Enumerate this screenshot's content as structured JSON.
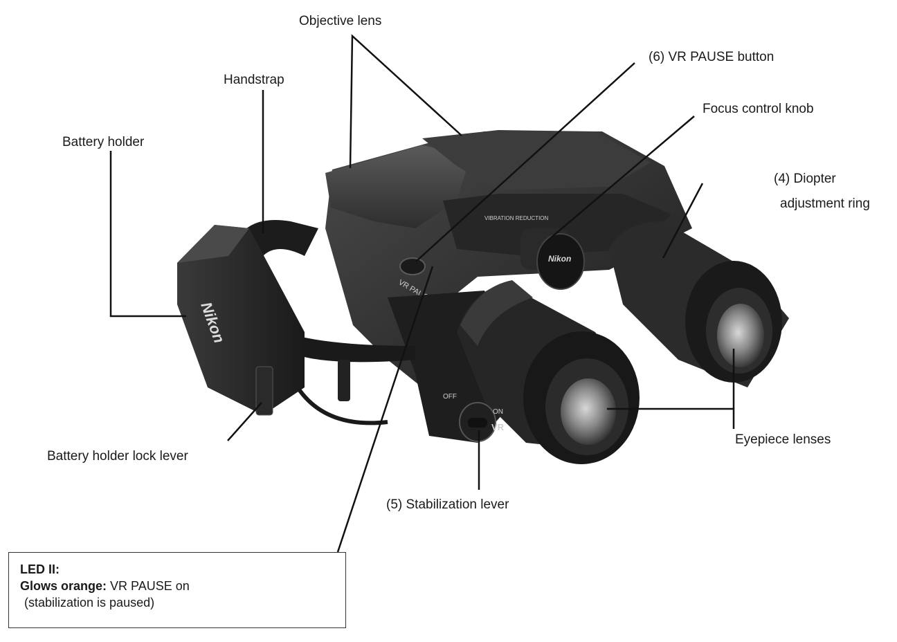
{
  "labels": {
    "objective_lens": "Objective lens",
    "vr_pause_button": "(6) VR PAUSE button",
    "handstrap": "Handstrap",
    "focus_control_knob": "Focus control knob",
    "battery_holder": "Battery holder",
    "diopter_line1": "(4) Diopter",
    "diopter_line2": "adjustment ring",
    "battery_lock_lever": "Battery holder lock lever",
    "eyepiece_lenses": "Eyepiece lenses",
    "stabilization_lever": "(5) Stabilization lever"
  },
  "led_box": {
    "title": "LED II:",
    "state_label": "Glows orange:",
    "state_value": "VR PAUSE on",
    "note": "(stabilization is paused)"
  },
  "device_markings": {
    "brand": "Nikon",
    "vr_pause": "VR PAUSE",
    "vr": "VR",
    "off": "OFF",
    "on": "ON",
    "vibration_reduction": "VIBRATION REDUCTION"
  }
}
